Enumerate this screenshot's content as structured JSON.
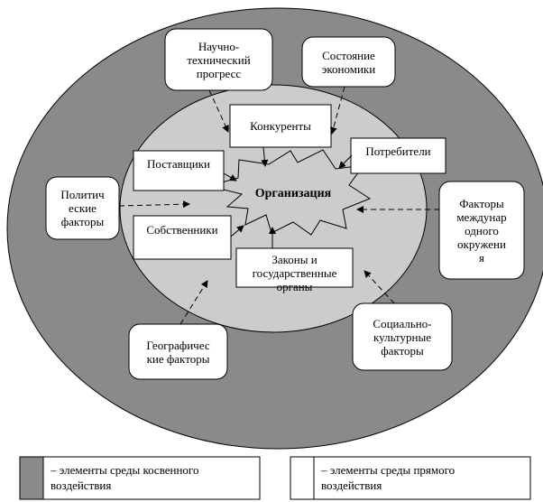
{
  "center": {
    "label": "Организация"
  },
  "direct": {
    "competitors": "Конкуренты",
    "suppliers": "Поставщики",
    "consumers": "Потребители",
    "owners": "Собственники",
    "laws": "Законы и\nгосударственные\nорганы"
  },
  "indirect": {
    "scitech": "Научно-\nтехнический\nпрогресс",
    "economy": "Состояние\nэкономики",
    "political": "Политич\nеские\nфакторы",
    "international": "Факторы\nмеждунар\nодного\nокружени\nя",
    "geographic": "Географичес\nкие факторы",
    "sociocultural": "Социально-\nкультурные\nфакторы"
  },
  "legend": {
    "indirect": "– элементы среды косвенного\nвоздействия",
    "direct": "– элементы среды прямого\nвоздействия"
  },
  "colors": {
    "outer": "#8a8a8a",
    "inner": "#cccccc",
    "box_fill": "#ffffff",
    "stroke": "#000000"
  }
}
